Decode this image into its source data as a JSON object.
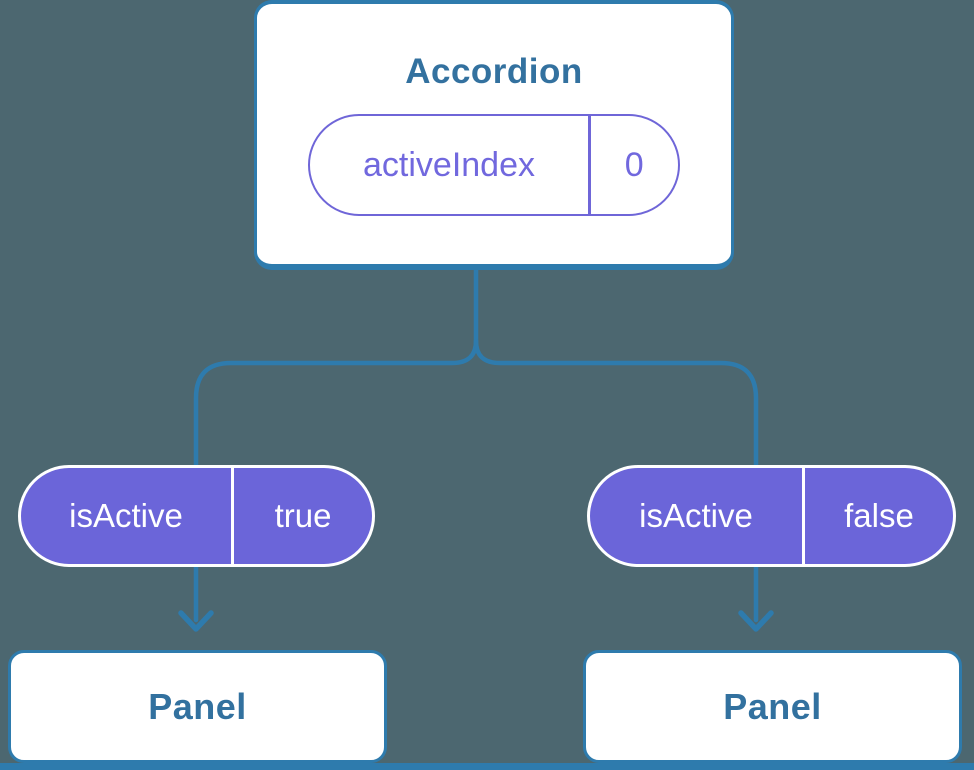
{
  "diagram": {
    "root": {
      "title": "Accordion",
      "prop": {
        "name": "activeIndex",
        "value": "0"
      }
    },
    "children": [
      {
        "state": {
          "name": "isActive",
          "value": "true"
        },
        "panel_label": "Panel"
      },
      {
        "state": {
          "name": "isActive",
          "value": "false"
        },
        "panel_label": "Panel"
      }
    ],
    "colors": {
      "background": "#4c6770",
      "connector_blue": "#2e7bad",
      "heading_text": "#33719f",
      "pill_fill": "#6b65d9",
      "pill_border_purple": "#6f66d8",
      "pill_text_purple": "#7168de",
      "pill_text_white": "#ffffff",
      "box_fill": "#ffffff"
    }
  }
}
